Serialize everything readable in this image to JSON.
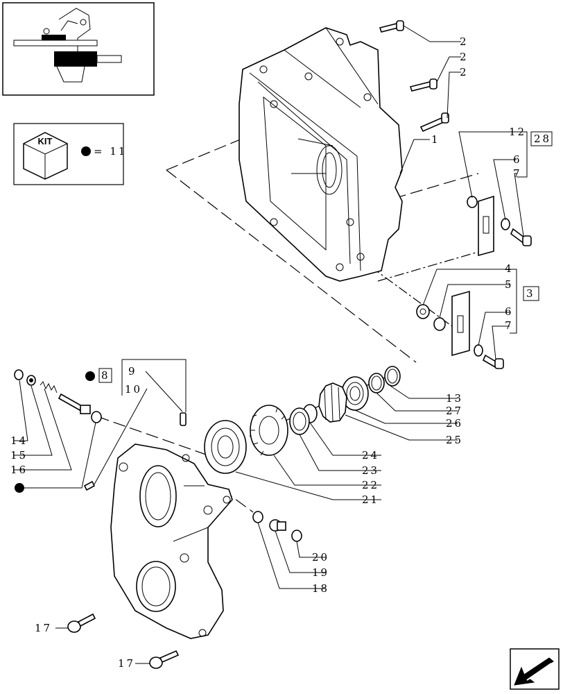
{
  "kit": {
    "label": "KIT",
    "legend_text": "= 11"
  },
  "callouts": {
    "c1": "1",
    "c2a": "2",
    "c2b": "2",
    "c2c": "2",
    "c3": "3",
    "c4": "4",
    "c5": "5",
    "c6a": "6",
    "c7a": "7",
    "c6b": "6",
    "c7b": "7",
    "c8": "8",
    "c9": "9",
    "c10": "10",
    "c12": "12",
    "c13": "13",
    "c14": "14",
    "c15": "15",
    "c16": "16",
    "c17a": "17",
    "c17b": "17",
    "c18": "18",
    "c19": "19",
    "c20": "20",
    "c21": "21",
    "c22": "22",
    "c23": "23",
    "c24": "24",
    "c25": "25",
    "c26": "26",
    "c27": "27",
    "c28": "28"
  },
  "colors": {
    "line": "#000000",
    "background": "#ffffff",
    "dot": "#000000"
  },
  "icons": {
    "kit": "kit-cube-icon",
    "nav": "next-page-arrow-icon"
  }
}
